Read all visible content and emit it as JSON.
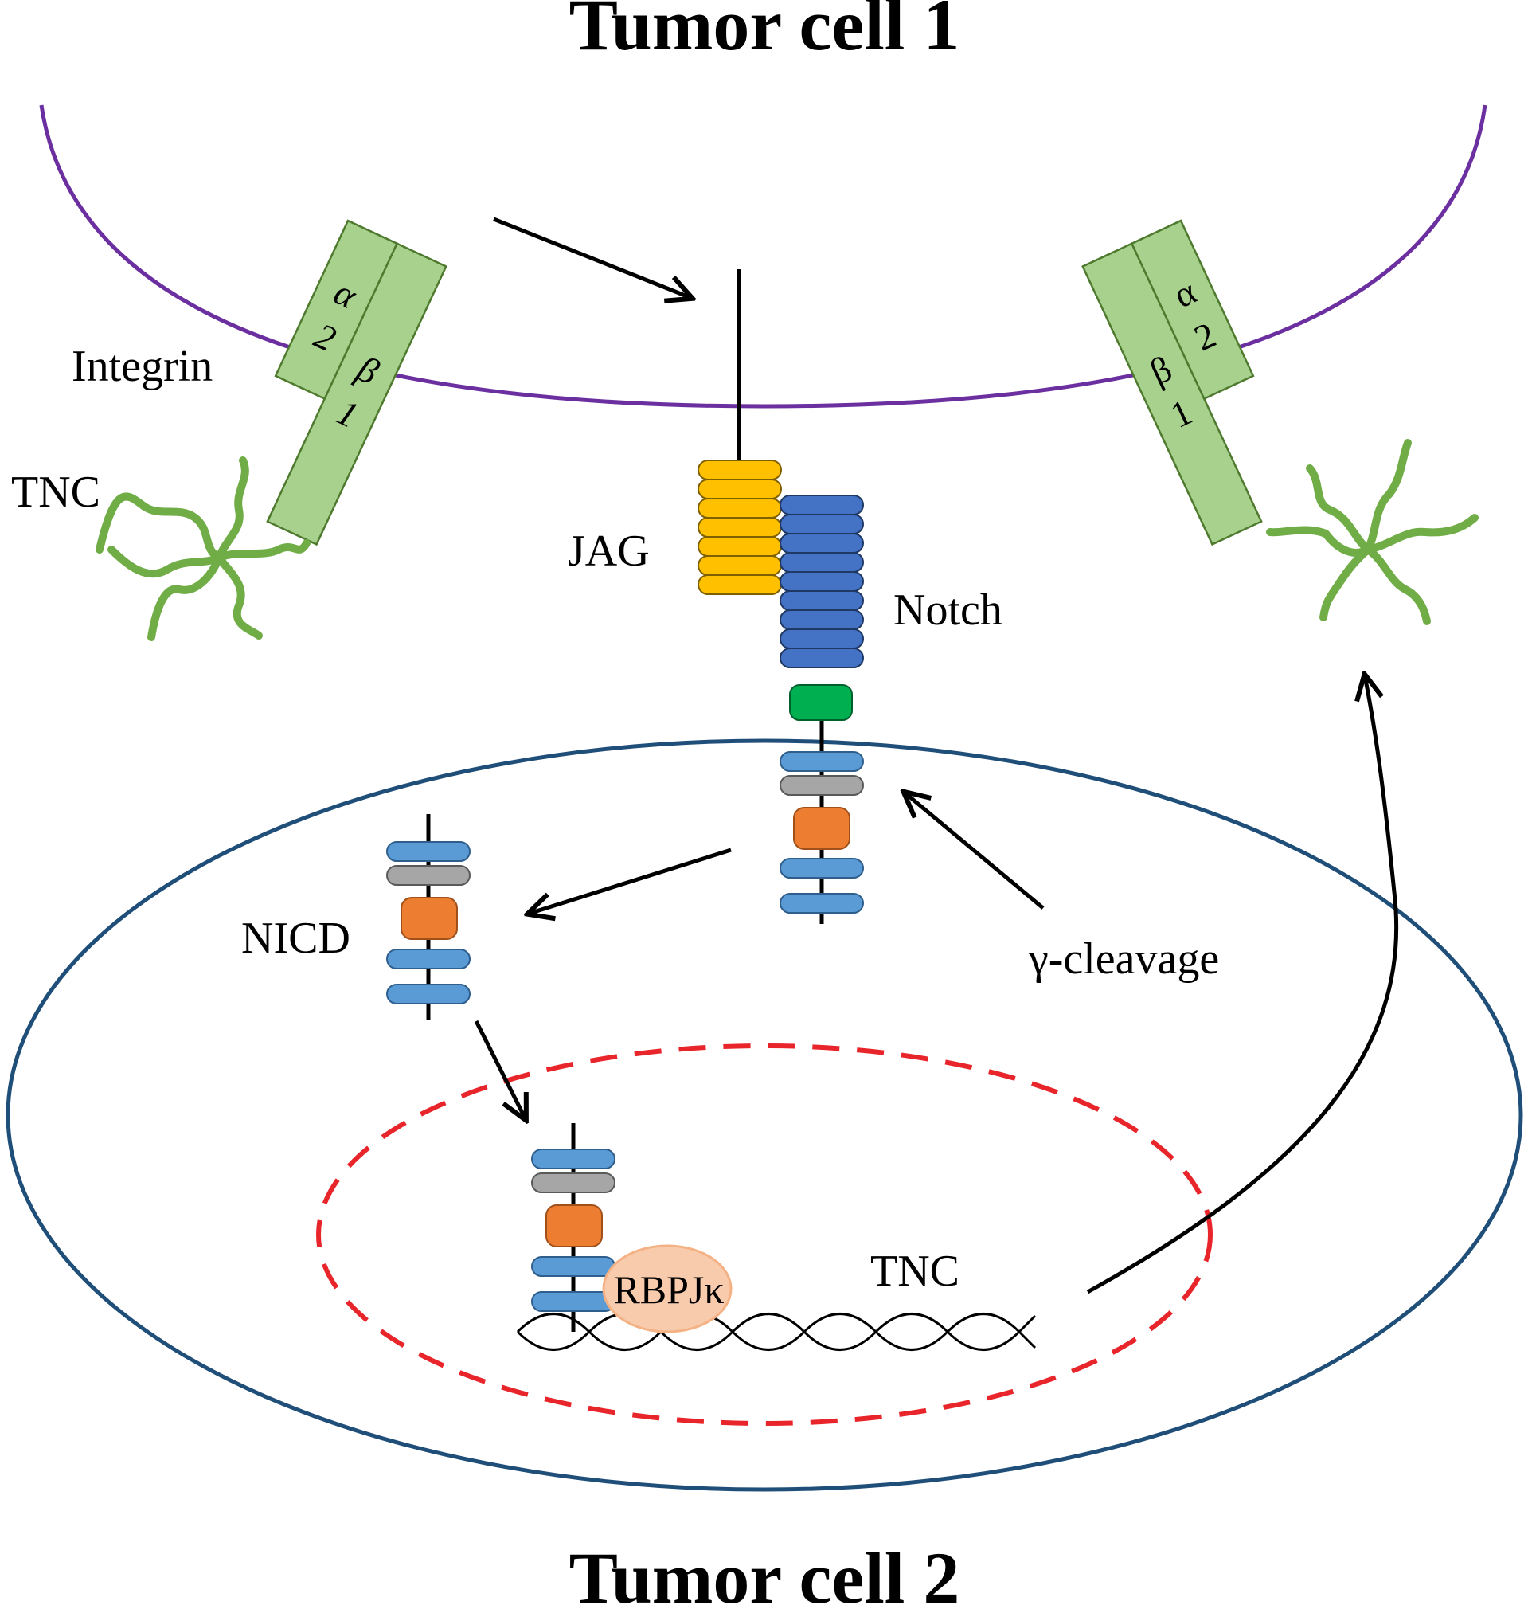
{
  "titles": {
    "top": "Tumor cell 1",
    "bottom": "Tumor cell 2"
  },
  "labels": {
    "integrin": "Integrin",
    "tnc_left": "TNC",
    "jag": "JAG",
    "notch": "Notch",
    "nicd": "NICD",
    "gamma_cleavage": "γ-cleavage",
    "rbpjk": "RBPJκ",
    "tnc_gene": "TNC"
  },
  "integrin_subunits": {
    "alpha": "α",
    "alpha_num": "2",
    "beta": "β",
    "beta_num": "1"
  },
  "colors": {
    "cell1_membrane": "#6b2fa0",
    "cell2_membrane": "#1f4e79",
    "nucleus": "#e8252a",
    "integrin": "#a9d18e",
    "integrin_stroke": "#4e7a2e",
    "tnc": "#70ad47",
    "jag": "#ffc000",
    "notch": "#4472c4",
    "notch_green": "#00b050",
    "domain_blue": "#5b9bd5",
    "domain_gray": "#a6a6a6",
    "domain_orange": "#ed7d31",
    "rbpjk": "#f8cbad",
    "arrow": "#000000"
  }
}
